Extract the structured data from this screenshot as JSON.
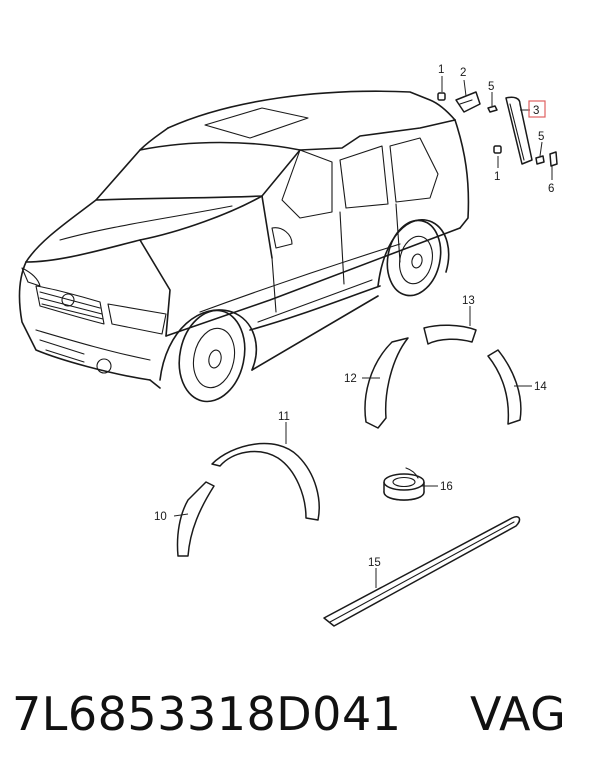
{
  "callouts": {
    "c1a": "1",
    "c2": "2",
    "c5a": "5",
    "c3": "3",
    "c5b": "5",
    "c1b": "1",
    "c6": "6",
    "c13": "13",
    "c12": "12",
    "c14": "14",
    "c11": "11",
    "c16": "16",
    "c10": "10",
    "c15": "15"
  },
  "caption": {
    "part_number": "7L6853318D041",
    "brand": "VAG"
  },
  "colors": {
    "line": "#1a1a1a",
    "highlight_box": "#e06060"
  }
}
